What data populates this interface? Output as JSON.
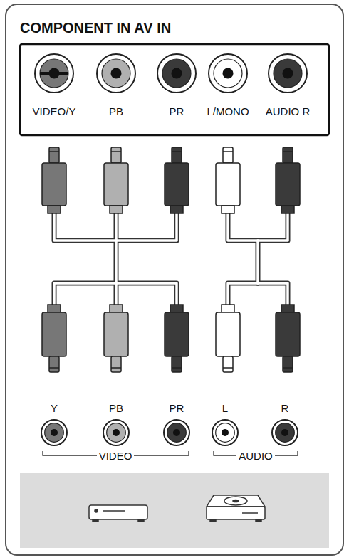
{
  "diagram": {
    "title": "COMPONENT IN AV IN",
    "labels": [
      "VIDEO/Y",
      "PB",
      "PR",
      "L/MONO",
      "AUDIO R",
      "Y",
      "PB",
      "PR",
      "L",
      "R",
      "VIDEO",
      "AUDIO"
    ]
  }
}
